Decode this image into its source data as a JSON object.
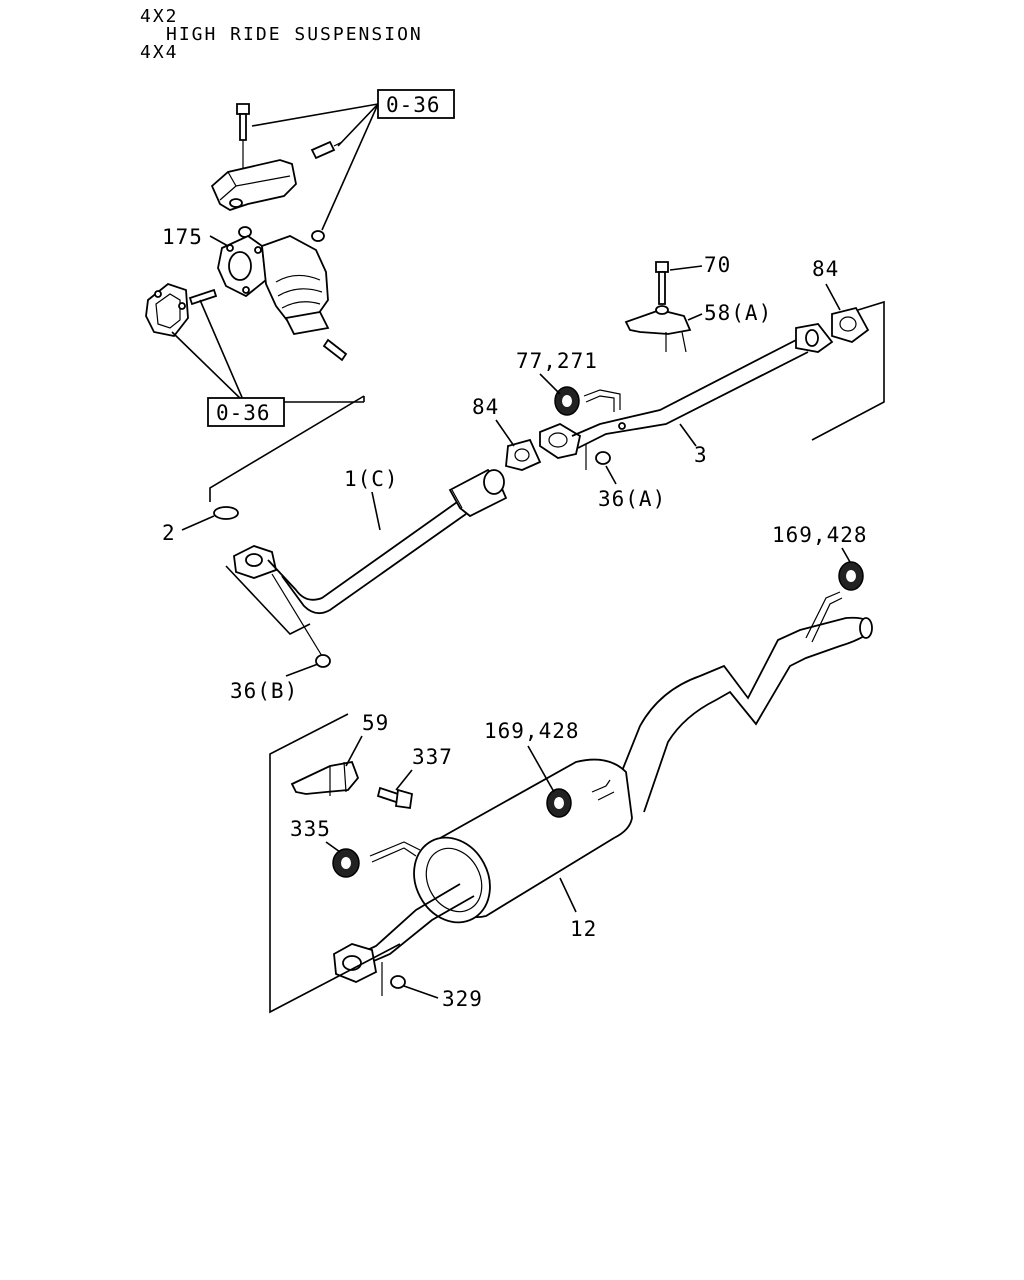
{
  "header": {
    "line1": "4X2",
    "line2": "HIGH RIDE SUSPENSION",
    "line3": "4X4"
  },
  "callouts": {
    "ref_top": "0-36",
    "ref_bottom": "0-36",
    "p175": "175",
    "p70": "70",
    "p58a": "58(A)",
    "p84_right": "84",
    "p77_271": "77,271",
    "p84_mid": "84",
    "p3": "3",
    "p36a": "36(A)",
    "p1c": "1(C)",
    "p2": "2",
    "p36b": "36(B)",
    "p169_428_top": "169,428",
    "p59": "59",
    "p337": "337",
    "p169_428_mid": "169,428",
    "p335": "335",
    "p12": "12",
    "p329": "329"
  }
}
